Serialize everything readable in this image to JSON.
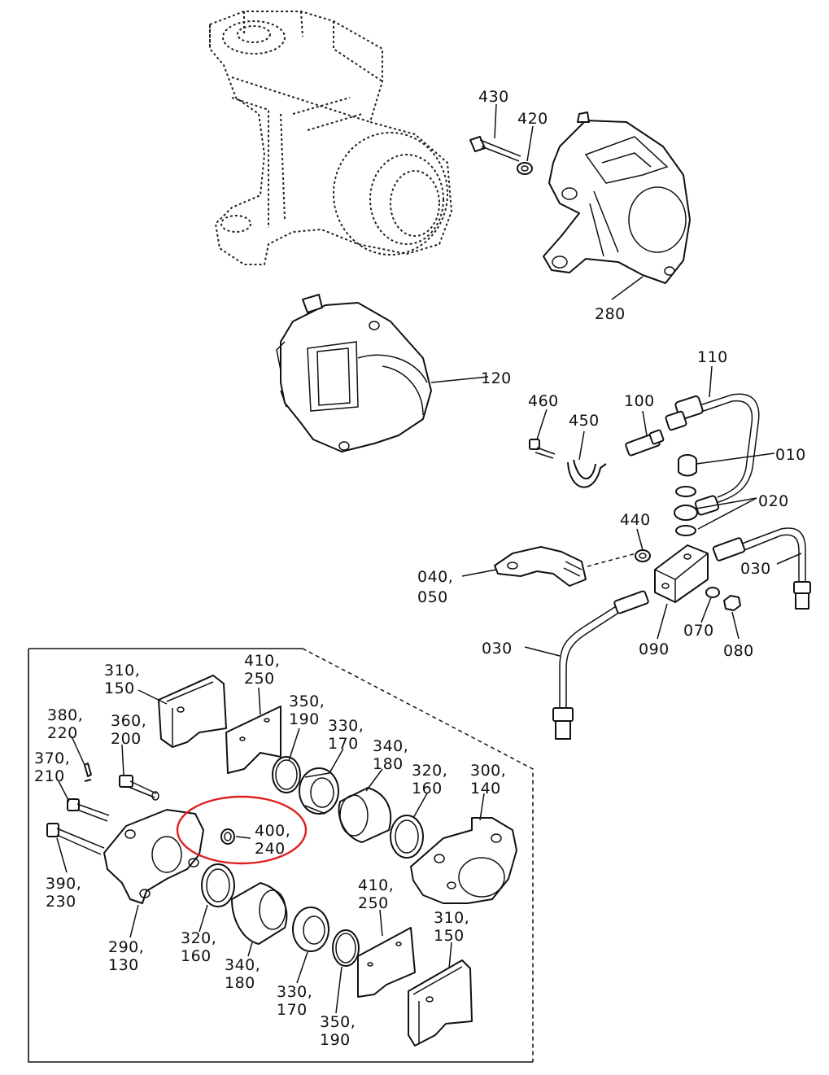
{
  "callouts": {
    "c430": "430",
    "c420": "420",
    "c280": "280",
    "c120": "120",
    "c110": "110",
    "c460": "460",
    "c450": "450",
    "c100": "100",
    "c010": "010",
    "c020": "020",
    "c440": "440",
    "c030a": "030",
    "c040": "040,",
    "c050": "050",
    "c030b": "030",
    "c090": "090",
    "c070": "070",
    "c080": "080"
  },
  "inset": {
    "l310a": "310,",
    "l150a": "150",
    "l410a": "410,",
    "l250a": "250",
    "l350a": "350,",
    "l190a": "190",
    "l330a": "330,",
    "l170a": "170",
    "l340a": "340,",
    "l180a": "180",
    "l320a": "320,",
    "l160a": "160",
    "l300": "300,",
    "l140": "140",
    "l380": "380,",
    "l220": "220",
    "l360": "360,",
    "l200": "200",
    "l370": "370,",
    "l210": "210",
    "l400": "400,",
    "l240": "240",
    "l390": "390,",
    "l230": "230",
    "l290": "290,",
    "l130": "130",
    "l320b": "320,",
    "l160b": "160",
    "l340b": "340,",
    "l180b": "180",
    "l330b": "330,",
    "l170b": "170",
    "l350b": "350,",
    "l190b": "190",
    "l410b": "410,",
    "l250b": "250",
    "l310b": "310,",
    "l150b": "150"
  },
  "highlight_color": "#e02020"
}
